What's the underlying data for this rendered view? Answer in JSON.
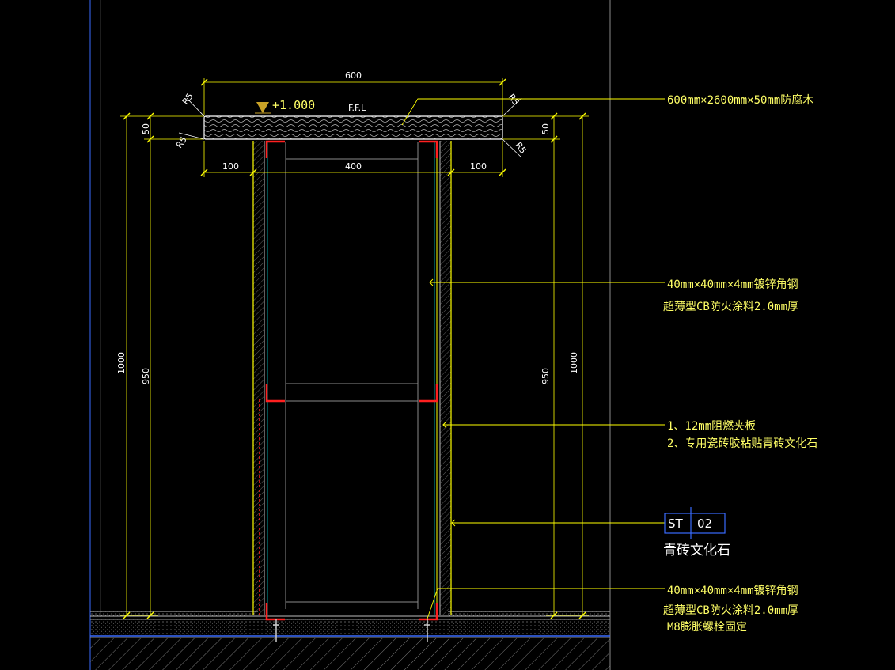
{
  "colors": {
    "background": "#000000",
    "yellow": "#ffff00",
    "red": "#ff2020",
    "white": "#ffffff",
    "blue": "#3a6cff",
    "grey": "#8a8a8a",
    "cyan": "#00c8c8"
  },
  "dimensions": {
    "top_width": "600",
    "left_overhang": "100",
    "core_width": "400",
    "right_overhang": "100",
    "left_top_thickness": "50",
    "right_top_thickness": "50",
    "left_inner_height": "950",
    "left_total_height": "1000",
    "right_inner_height": "950",
    "right_total_height": "1000",
    "radius_tl": "R5",
    "radius_bl": "R5",
    "radius_tr": "R5",
    "radius_br": "R5"
  },
  "elevation": {
    "level": "+1.000",
    "label": "F.F.L"
  },
  "annotations": {
    "wood_top": "600mm×2600mm×50mm防腐木",
    "steel_upper_1": "40mm×40mm×4mm镀锌角钢",
    "steel_upper_2": "超薄型CB防火涂料2.0mm厚",
    "board_1": "1、12mm阻燃夹板",
    "board_2": "2、专用瓷砖胶粘贴青砖文化石",
    "tag_code": "ST",
    "tag_number": "02",
    "tag_material": "青砖文化石",
    "steel_lower_1": "40mm×40mm×4mm镀锌角钢",
    "steel_lower_2": "超薄型CB防火涂料2.0mm厚",
    "steel_lower_3": "M8膨胀螺栓固定"
  }
}
